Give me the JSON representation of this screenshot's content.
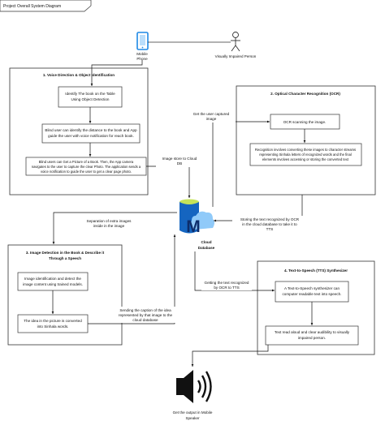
{
  "title": "Project Overall System Diagram",
  "actors": {
    "phone_label_1": "Mobile",
    "phone_label_2": "Phone",
    "person_label": "Visually Impaired Person"
  },
  "sections": {
    "voice": {
      "title": "1. Voice Direction & Object Identification",
      "box1_line1": "Identify The book on the Table",
      "box1_line2": "Using Object Detection",
      "box2_line1": "Blind user can identify the distance to the book and App",
      "box2_line2": "guide the user with voice notification for reach book.",
      "box3_line1": "Blind users can Get a Picture of a Book. Then, the App camera",
      "box3_line2": "navigates to the user to capture the clear Photo. The application sends a",
      "box3_line3": "voice notification to guide the user to get a clear page photo."
    },
    "ocr": {
      "title": "2. Optical Character Recognition (OCR)",
      "box1": "OCR scanning the image.",
      "box2_line1": "Recognition involves converting these images to character streams",
      "box2_line2": "representing Sinhala letters of recognized words and the final",
      "box2_line3": "elements involves accessing or storing the converted text"
    },
    "image_detection": {
      "title_line1": "3. Image Detection in the Book & Describe it",
      "title_line2": "Through a Speech",
      "box1_line1": "Image identification and detect the",
      "box1_line2": "image content using trained models.",
      "box2_line1": "The idea in the picture is converted",
      "box2_line2": "into Sinhala words."
    },
    "tts": {
      "title": "4. Text-to-Speech (TTS) Synthesizer",
      "box1_line1": "A Text-to-Speech synthesizer can",
      "box1_line2": "computer readable text into speech.",
      "box2_line1": "Text read aloud and clear audibility to visually",
      "box2_line2": "impaired person."
    }
  },
  "cloud": {
    "label_1": "Cloud",
    "label_2": "Database"
  },
  "edges": {
    "get_image_1": "Get the user captured",
    "get_image_2": "image",
    "store_1": "Image store to Cloud",
    "store_2": "DB",
    "separation_1": "Separation of extra images",
    "separation_2": "inside in the image",
    "storing_1": "Storing the text recognized by OCR",
    "storing_2": "in the cloud database to take it to",
    "storing_3": "TTS",
    "getting_1": "Getting the text recognized",
    "getting_2": "by OCR to TTS",
    "sending_1": "Sending the caption of the idea",
    "sending_2": "represented by that image to the",
    "sending_3": "cloud database"
  },
  "speaker": {
    "label_1": "Get the output in Mobile",
    "label_2": "Speaker"
  },
  "colors": {
    "phone": "#1e88e5",
    "db_dark": "#1565c0",
    "db_light": "#64b5f6",
    "db_top": "#c5e35a",
    "cloud": "#90caf9"
  }
}
